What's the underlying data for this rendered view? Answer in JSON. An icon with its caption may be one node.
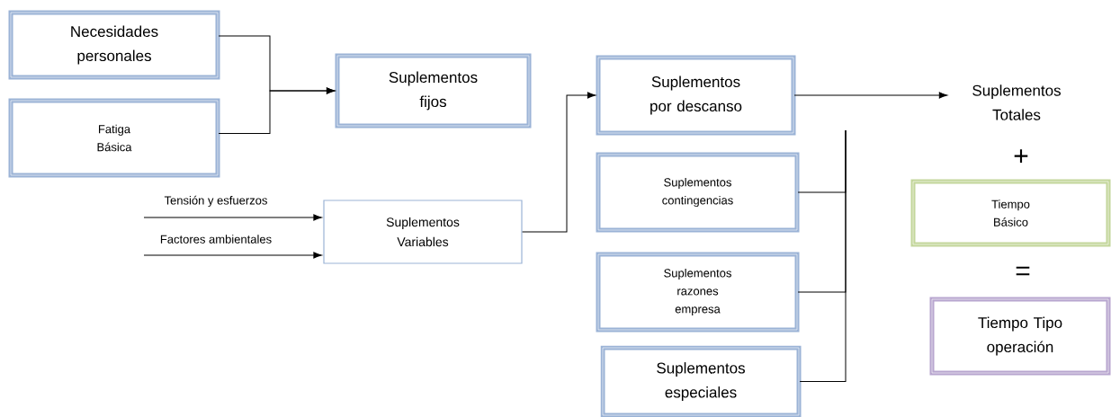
{
  "diagram": {
    "nodes": [
      {
        "text": [
          "Necesidades personales"
        ]
      },
      {
        "text": [
          "Fatiga Básica"
        ]
      },
      {
        "text": [
          "Suplementos fijos"
        ]
      },
      {
        "text": [
          "Suplementos Variables"
        ]
      },
      {
        "text": [
          "Suplementos por descanso"
        ]
      },
      {
        "text": [
          "Suplementos Totales"
        ]
      },
      {
        "text": [
          "Suplementos contingencias"
        ]
      },
      {
        "text": [
          "Suplementos razones empresa"
        ]
      },
      {
        "text": [
          "Suplementos especiales"
        ]
      },
      {
        "text": [
          "Tiempo Básico"
        ]
      },
      {
        "text": [
          "Tiempo Tipo operación"
        ]
      }
    ],
    "edges": [
      {
        "from": 0,
        "to": 2,
        "arrow": "to"
      },
      {
        "from": 1,
        "to": 2,
        "arrow": "to"
      },
      {
        "from": null,
        "to": 3,
        "arrow": "to",
        "label": "Tensión y esfuerzos"
      },
      {
        "from": null,
        "to": 3,
        "arrow": "to",
        "label": "Factores ambientales"
      },
      {
        "from": 3,
        "to": 4,
        "arrow": "to"
      },
      {
        "from": 4,
        "to": 5,
        "arrow": "to"
      },
      {
        "from": 6,
        "to": null,
        "arrow": "none"
      },
      {
        "from": 7,
        "to": null,
        "arrow": "none"
      },
      {
        "from": 8,
        "to": null,
        "arrow": "none"
      }
    ],
    "labels": [
      "+",
      "="
    ]
  }
}
